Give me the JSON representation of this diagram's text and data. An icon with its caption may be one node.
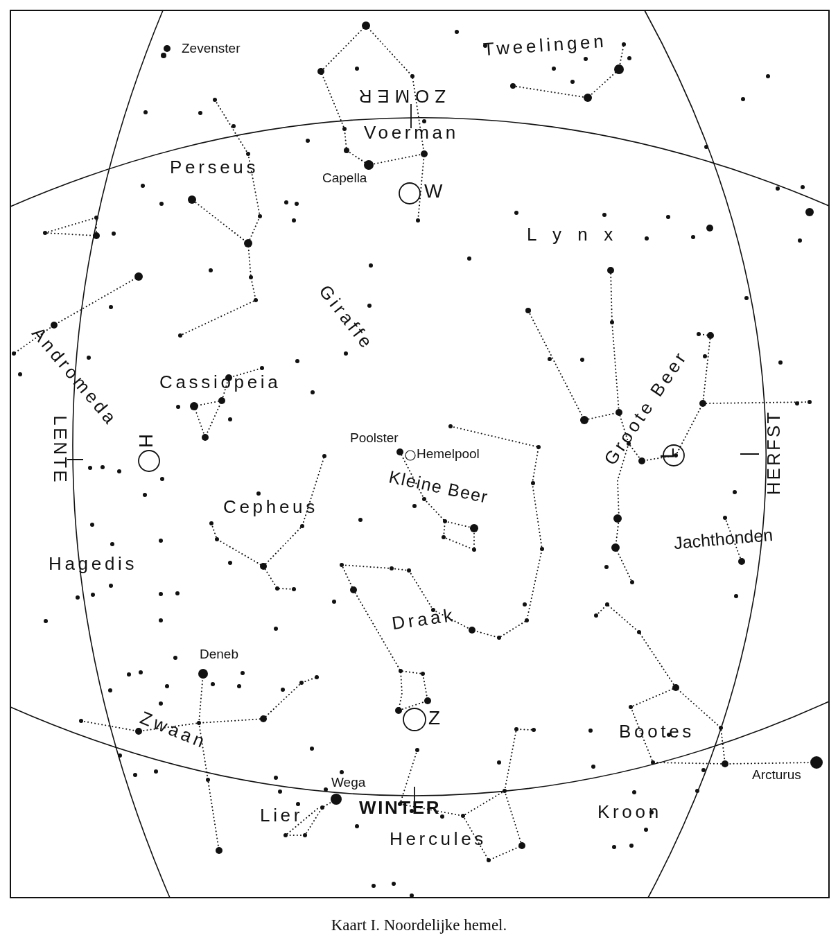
{
  "diagram": {
    "caption": "Kaart I. Noordelijke hemel.",
    "labels": [
      "Zevenster",
      "Tweelingen",
      "ZOMER",
      "Voerman",
      "Perseus",
      "Capella",
      "W",
      "Lynx",
      "Giraffe",
      "Andromeda",
      "Cassiopeia",
      "Groote Beer",
      "LENTE",
      "H",
      "Poolster",
      "Hemelpool",
      "L",
      "HERFST",
      "Kleine Beer",
      "Cepheus",
      "Jachthonden",
      "Hagedis",
      "Draak",
      "Deneb",
      "Z",
      "Zwaan",
      "Bootes",
      "Arcturus",
      "Wega",
      "Lier",
      "WINTER",
      "Kroon",
      "Hercules"
    ]
  }
}
